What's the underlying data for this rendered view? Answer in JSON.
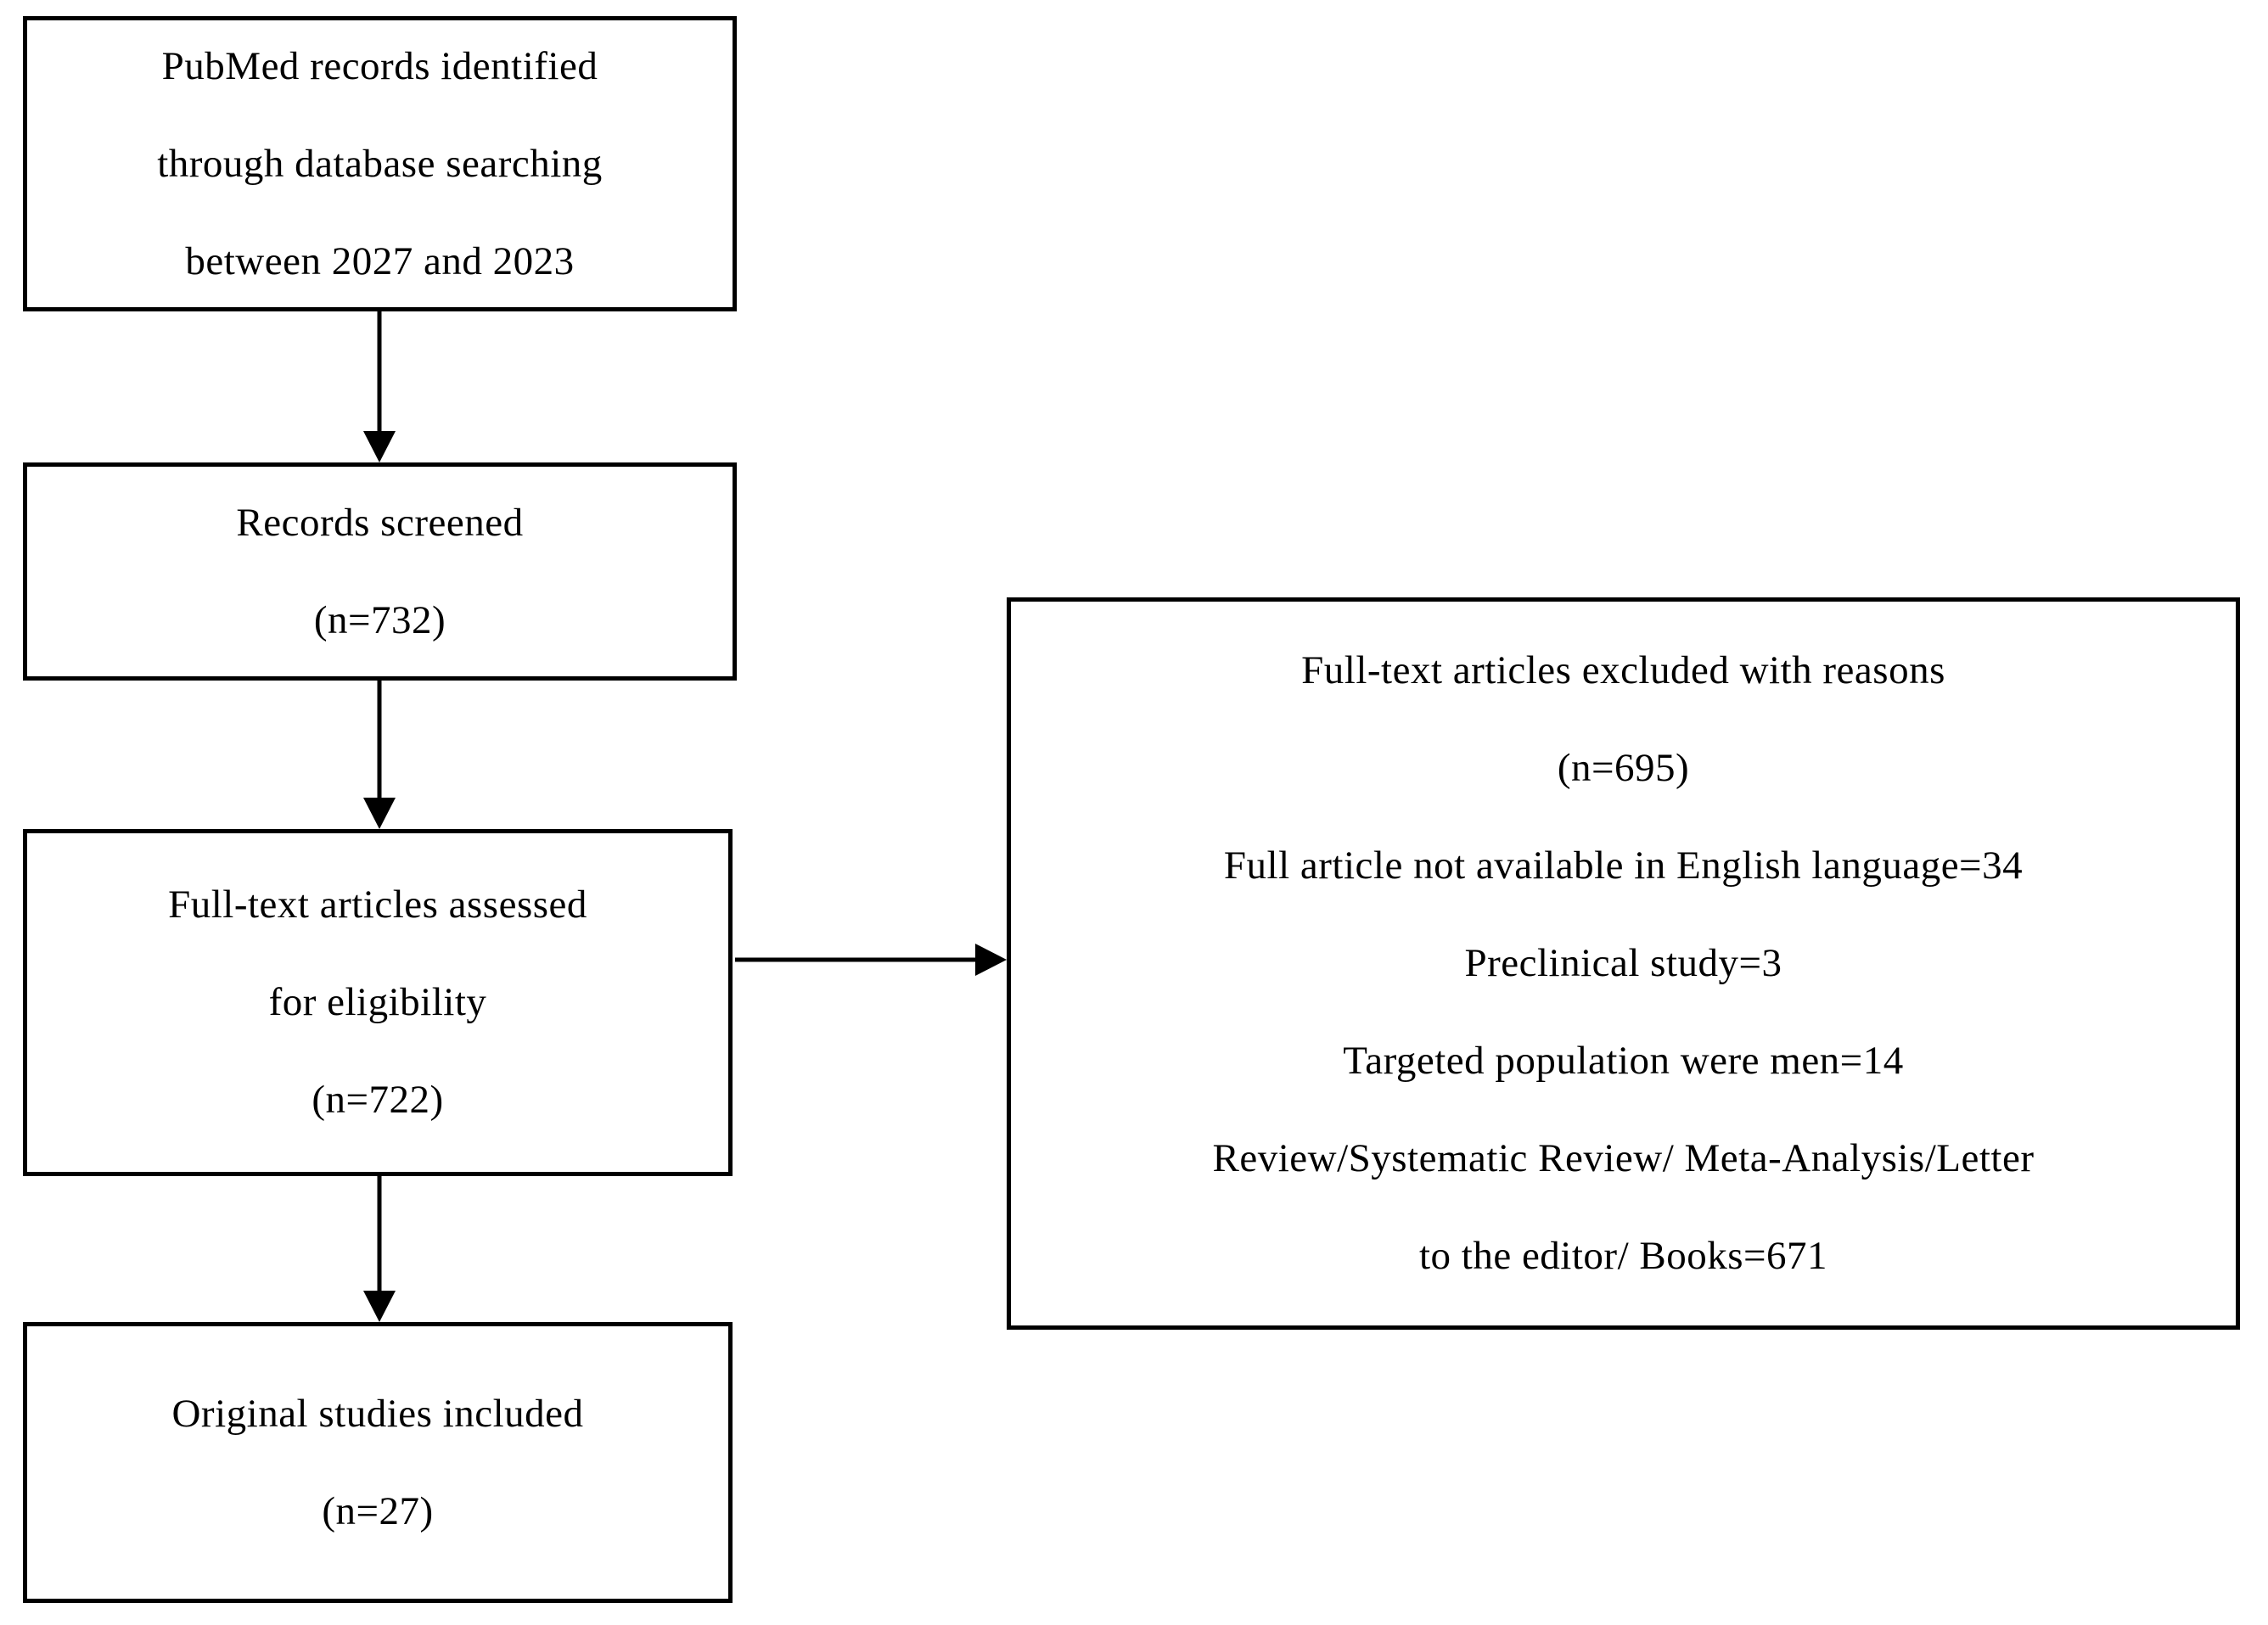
{
  "figure": {
    "type": "study-selection-flow-diagram",
    "colors": {
      "box_border": "#000000",
      "text": "#000000",
      "background": "#ffffff"
    },
    "boxes": {
      "identification": {
        "lines": [
          "PubMed records identified",
          "through database searching",
          "between 2027 and 2023"
        ]
      },
      "screening": {
        "lines": [
          "Records screened",
          "(n=732)"
        ]
      },
      "eligibility": {
        "lines": [
          "Full-text articles assessed",
          "for eligibility",
          "(n=722)"
        ]
      },
      "included": {
        "lines": [
          "Original studies included",
          "(n=27)"
        ]
      },
      "excluded": {
        "lines": [
          "Full-text articles excluded with reasons",
          "(n=695)",
          "Full article not available in English language=34",
          "Preclinical study=3",
          "Targeted population were men=14",
          "Review/Systematic Review/ Meta-Analysis/Letter",
          "to the editor/ Books=671"
        ]
      }
    },
    "connections": [
      {
        "from": "identification",
        "to": "screening",
        "direction": "down"
      },
      {
        "from": "screening",
        "to": "eligibility",
        "direction": "down"
      },
      {
        "from": "eligibility",
        "to": "included",
        "direction": "down"
      },
      {
        "from": "eligibility",
        "to": "excluded",
        "direction": "right"
      }
    ]
  }
}
